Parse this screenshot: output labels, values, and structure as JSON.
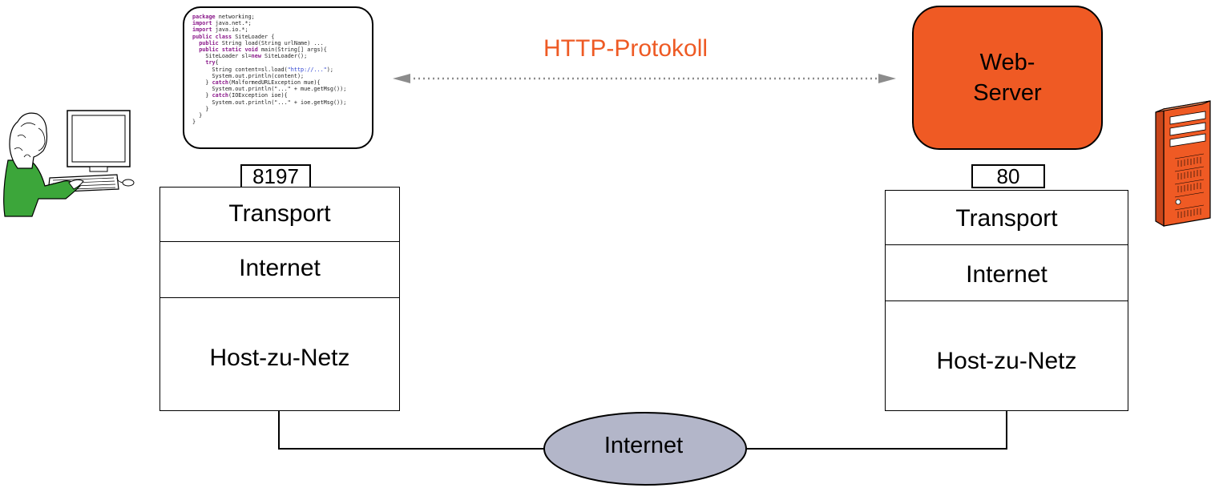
{
  "protocol": {
    "label": "HTTP-Protokoll"
  },
  "client": {
    "port": "8197",
    "layers": {
      "transport": "Transport",
      "internet": "Internet",
      "host_to_net": "Host-zu-Netz"
    },
    "code": [
      [
        {
          "t": "package",
          "k": 1
        },
        {
          "t": " networking;"
        }
      ],
      [
        {
          "t": "import",
          "k": 1
        },
        {
          "t": " java.net.*;"
        }
      ],
      [
        {
          "t": "import",
          "k": 1
        },
        {
          "t": " java.io.*;"
        }
      ],
      [
        {
          "t": "public class",
          "k": 1
        },
        {
          "t": " SiteLoader {"
        }
      ],
      [
        {
          "t": "  "
        },
        {
          "t": "public",
          "k": 1
        },
        {
          "t": " String load(String urlName) ..."
        }
      ],
      [
        {
          "t": "  "
        },
        {
          "t": "public static void",
          "k": 1
        },
        {
          "t": " main(String[] args){"
        }
      ],
      [
        {
          "t": "    SiteLoader sl="
        },
        {
          "t": "new",
          "k": 1
        },
        {
          "t": " SiteLoader();"
        }
      ],
      [
        {
          "t": "    "
        },
        {
          "t": "try",
          "k": 1
        },
        {
          "t": "{"
        }
      ],
      [
        {
          "t": "      String content=sl.load("
        },
        {
          "t": "\"http://...\"",
          "s": 1
        },
        {
          "t": ");"
        }
      ],
      [
        {
          "t": "      System.out.println(content);"
        }
      ],
      [
        {
          "t": "    } "
        },
        {
          "t": "catch",
          "k": 1
        },
        {
          "t": "(MalformedURLException mue){"
        }
      ],
      [
        {
          "t": "      System.out.println(\"...\" + mue.getMsg());"
        }
      ],
      [
        {
          "t": "    } "
        },
        {
          "t": "catch",
          "k": 1
        },
        {
          "t": "(IOException ioe){"
        }
      ],
      [
        {
          "t": "      System.out.println(\"...\" + ioe.getMsg());"
        }
      ],
      [
        {
          "t": "    }"
        }
      ],
      [
        {
          "t": "  }"
        }
      ],
      [
        {
          "t": "}"
        }
      ]
    ]
  },
  "server": {
    "label_line1": "Web-",
    "label_line2": "Server",
    "port": "80",
    "layers": {
      "transport": "Transport",
      "internet": "Internet",
      "host_to_net": "Host-zu-Netz"
    }
  },
  "network": {
    "label": "Internet"
  },
  "colors": {
    "server_fill": "#ef5a24",
    "protocol_text": "#ee5a24",
    "network_fill": "#b3b6c9",
    "arrow": "#8c8c8c",
    "person_shirt": "#3ca63a"
  },
  "icons": {
    "client": "person-at-computer-icon",
    "server": "server-rack-icon"
  }
}
